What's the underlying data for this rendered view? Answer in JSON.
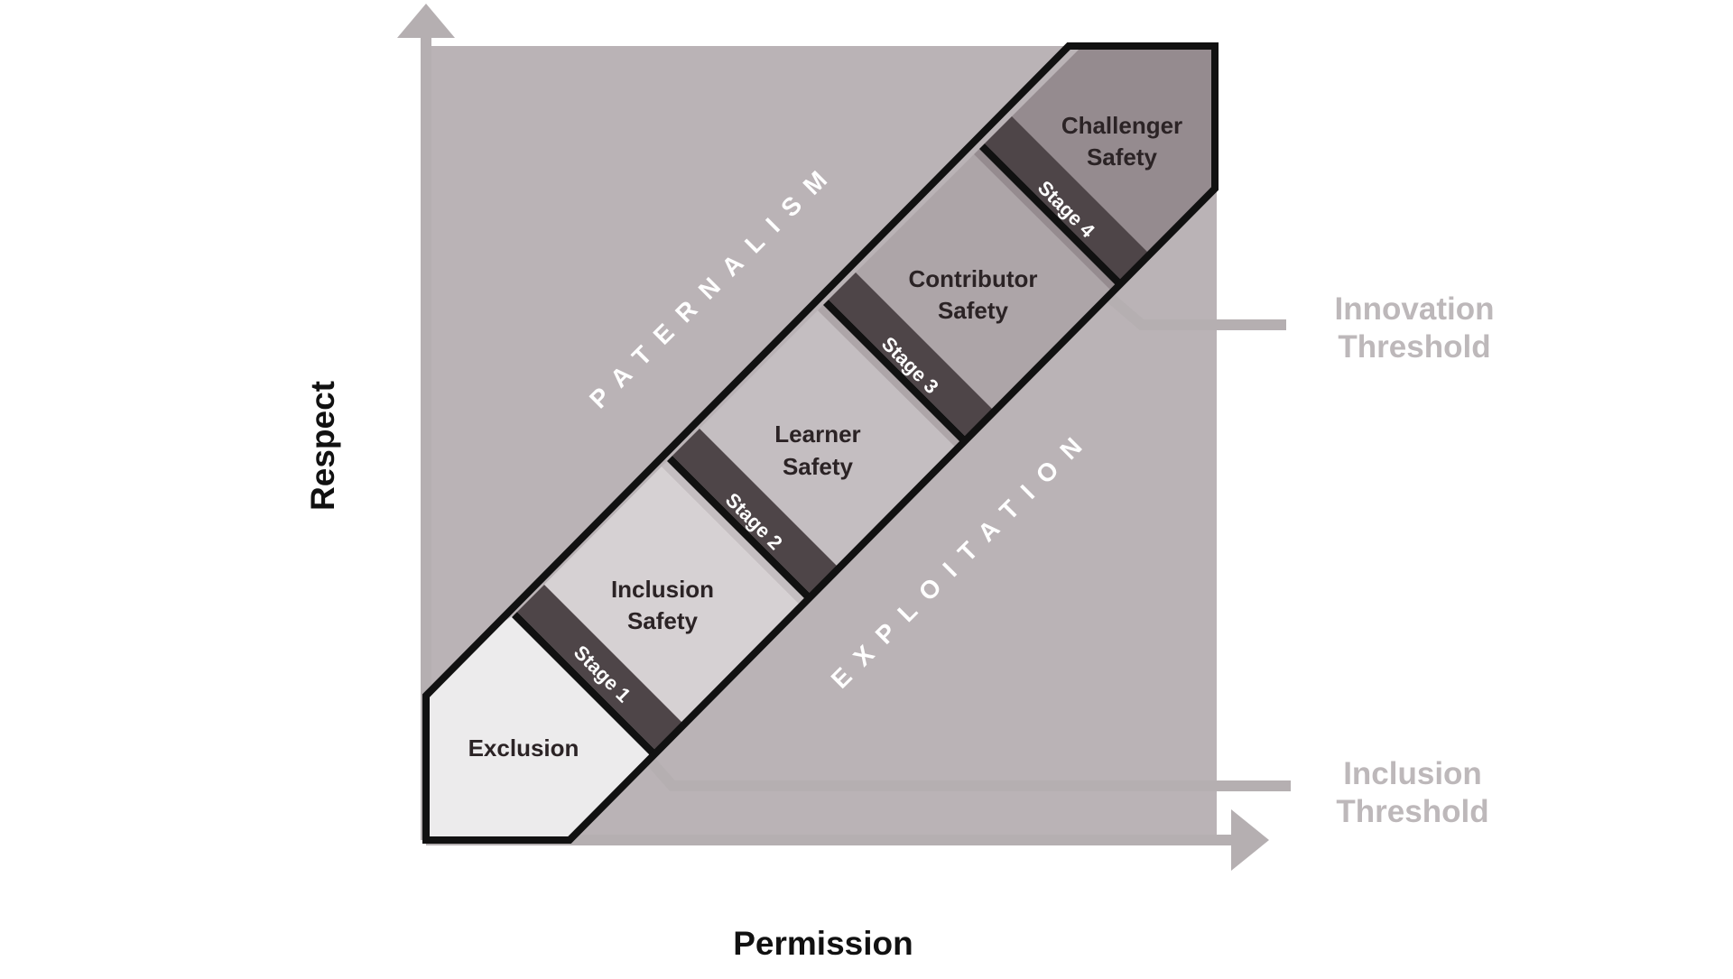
{
  "axes": {
    "y_label": "Respect",
    "x_label": "Permission"
  },
  "zones": {
    "upper": "PATERNALISM",
    "lower": "EXPLOITATION"
  },
  "stages": [
    {
      "name_line1": "Exclusion",
      "name_line2": ""
    },
    {
      "name_line1": "Inclusion",
      "name_line2": "Safety",
      "tag": "Stage 1"
    },
    {
      "name_line1": "Learner",
      "name_line2": "Safety",
      "tag": "Stage 2"
    },
    {
      "name_line1": "Contributor",
      "name_line2": "Safety",
      "tag": "Stage 3"
    },
    {
      "name_line1": "Challenger",
      "name_line2": "Safety",
      "tag": "Stage 4"
    }
  ],
  "thresholds": {
    "innovation": {
      "line1": "Innovation",
      "line2": "Threshold"
    },
    "inclusion": {
      "line1": "Inclusion",
      "line2": "Threshold"
    }
  },
  "colors": {
    "background_square": "#bab3b6",
    "exclusion": "#ecebec",
    "inclusion": "#d6d1d3",
    "learner": "#c4bec1",
    "contributor": "#ad a5a8",
    "challenger": "#958b8f",
    "stage_band": "#4e4548",
    "outline": "#111111",
    "axis": "#b5afb1",
    "threshold_text": "#bdb8ba"
  }
}
